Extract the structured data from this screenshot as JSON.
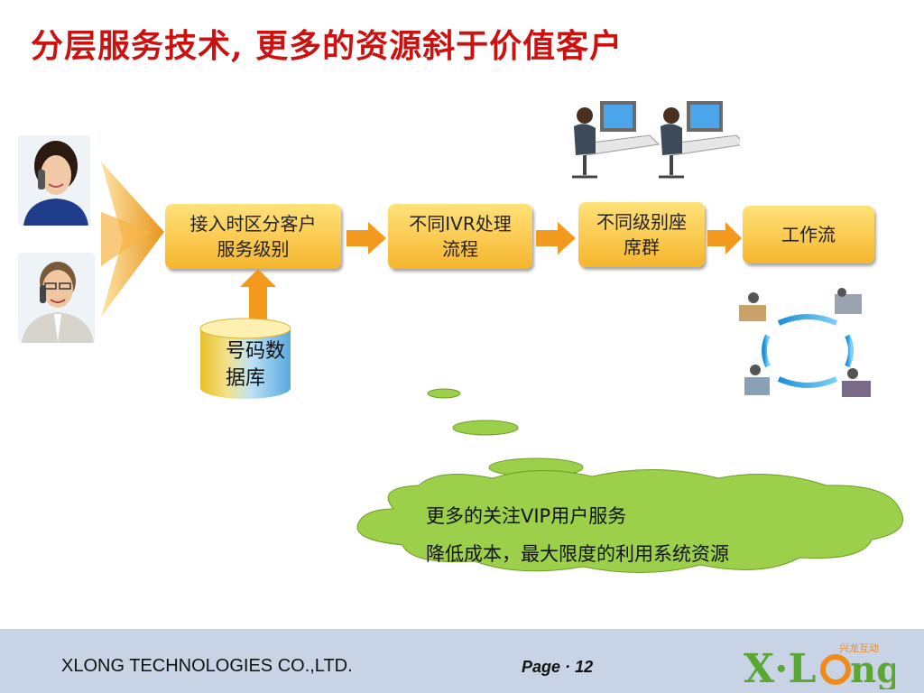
{
  "title": "分层服务技术, 更多的资源斜于价值客户",
  "flow": {
    "step1": [
      "接入时区分客户",
      "服务级别"
    ],
    "step2": [
      "不同IVR处理",
      "流程"
    ],
    "step3": [
      "不同级别座",
      "席群"
    ],
    "step4": "工作流"
  },
  "database": {
    "line1": "号码数",
    "line2": "据库"
  },
  "cloud": {
    "line1": "更多的关注VIP用户服务",
    "line2": "降低成本，最大限度的利用系统资源"
  },
  "footer": {
    "company": "XLONG TECHNOLOGIES CO.,LTD.",
    "page_prefix": "Page",
    "page_sep": "·",
    "page_number": "12"
  },
  "logo": {
    "text": "X·LOng",
    "tagline": "兴龙互动"
  },
  "colors": {
    "title": "#cc1111",
    "box": "#f6b52d",
    "arrow": "#f39a1e",
    "cloud": "#9ccf4a",
    "footer": "#c8d3e5"
  }
}
